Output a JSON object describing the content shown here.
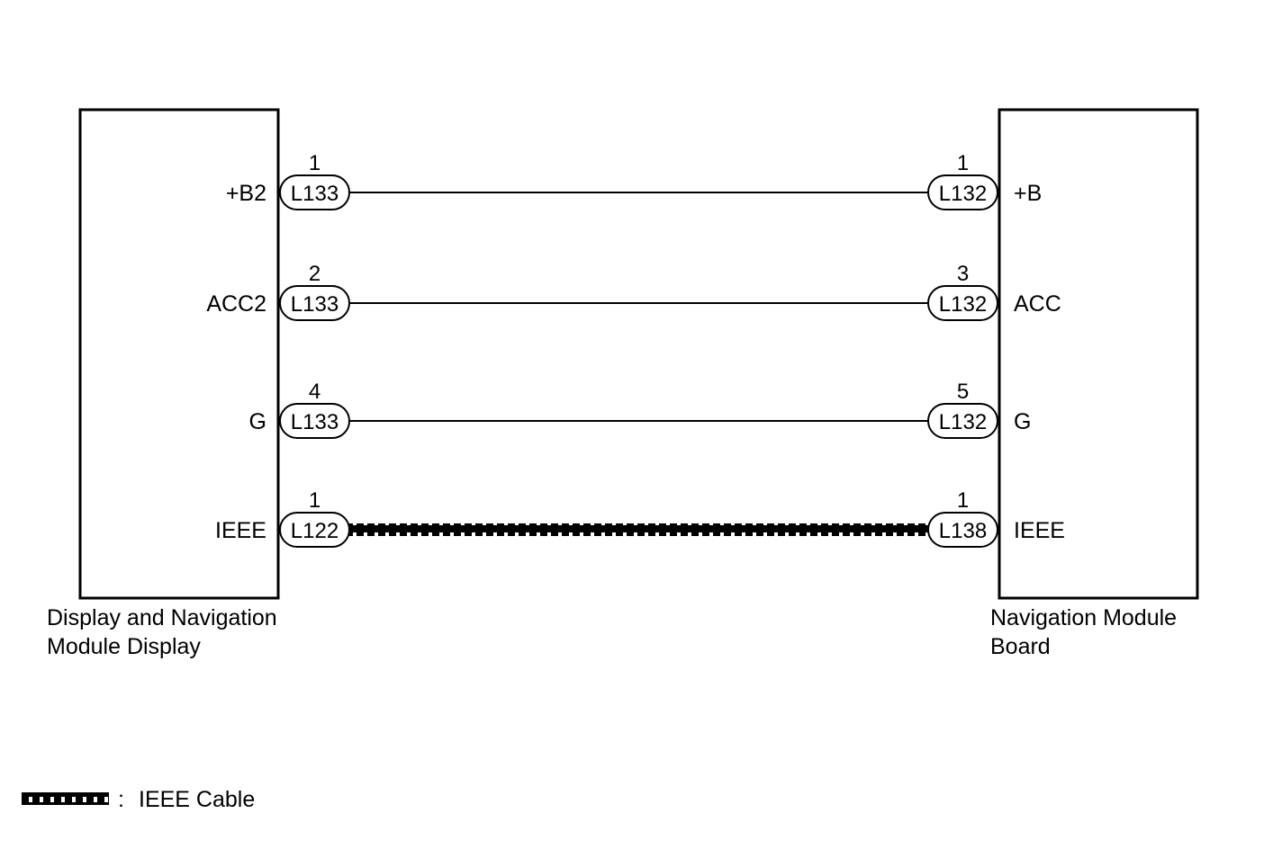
{
  "modules": {
    "left": {
      "name_line1": "Display and Navigation",
      "name_line2": "Module Display"
    },
    "right": {
      "name_line1": "Navigation Module",
      "name_line2": "Board"
    }
  },
  "wires": [
    {
      "left_terminal": "+B2",
      "left_pin": "1",
      "left_connector": "L133",
      "right_terminal": "+B",
      "right_pin": "1",
      "right_connector": "L132",
      "type": "normal"
    },
    {
      "left_terminal": "ACC2",
      "left_pin": "2",
      "left_connector": "L133",
      "right_terminal": "ACC",
      "right_pin": "3",
      "right_connector": "L132",
      "type": "normal"
    },
    {
      "left_terminal": "G",
      "left_pin": "4",
      "left_connector": "L133",
      "right_terminal": "G",
      "right_pin": "5",
      "right_connector": "L132",
      "type": "normal"
    },
    {
      "left_terminal": "IEEE",
      "left_pin": "1",
      "left_connector": "L122",
      "right_terminal": "IEEE",
      "right_pin": "1",
      "right_connector": "L138",
      "type": "ieee"
    }
  ],
  "legend": {
    "separator": ":",
    "label": "IEEE Cable"
  }
}
